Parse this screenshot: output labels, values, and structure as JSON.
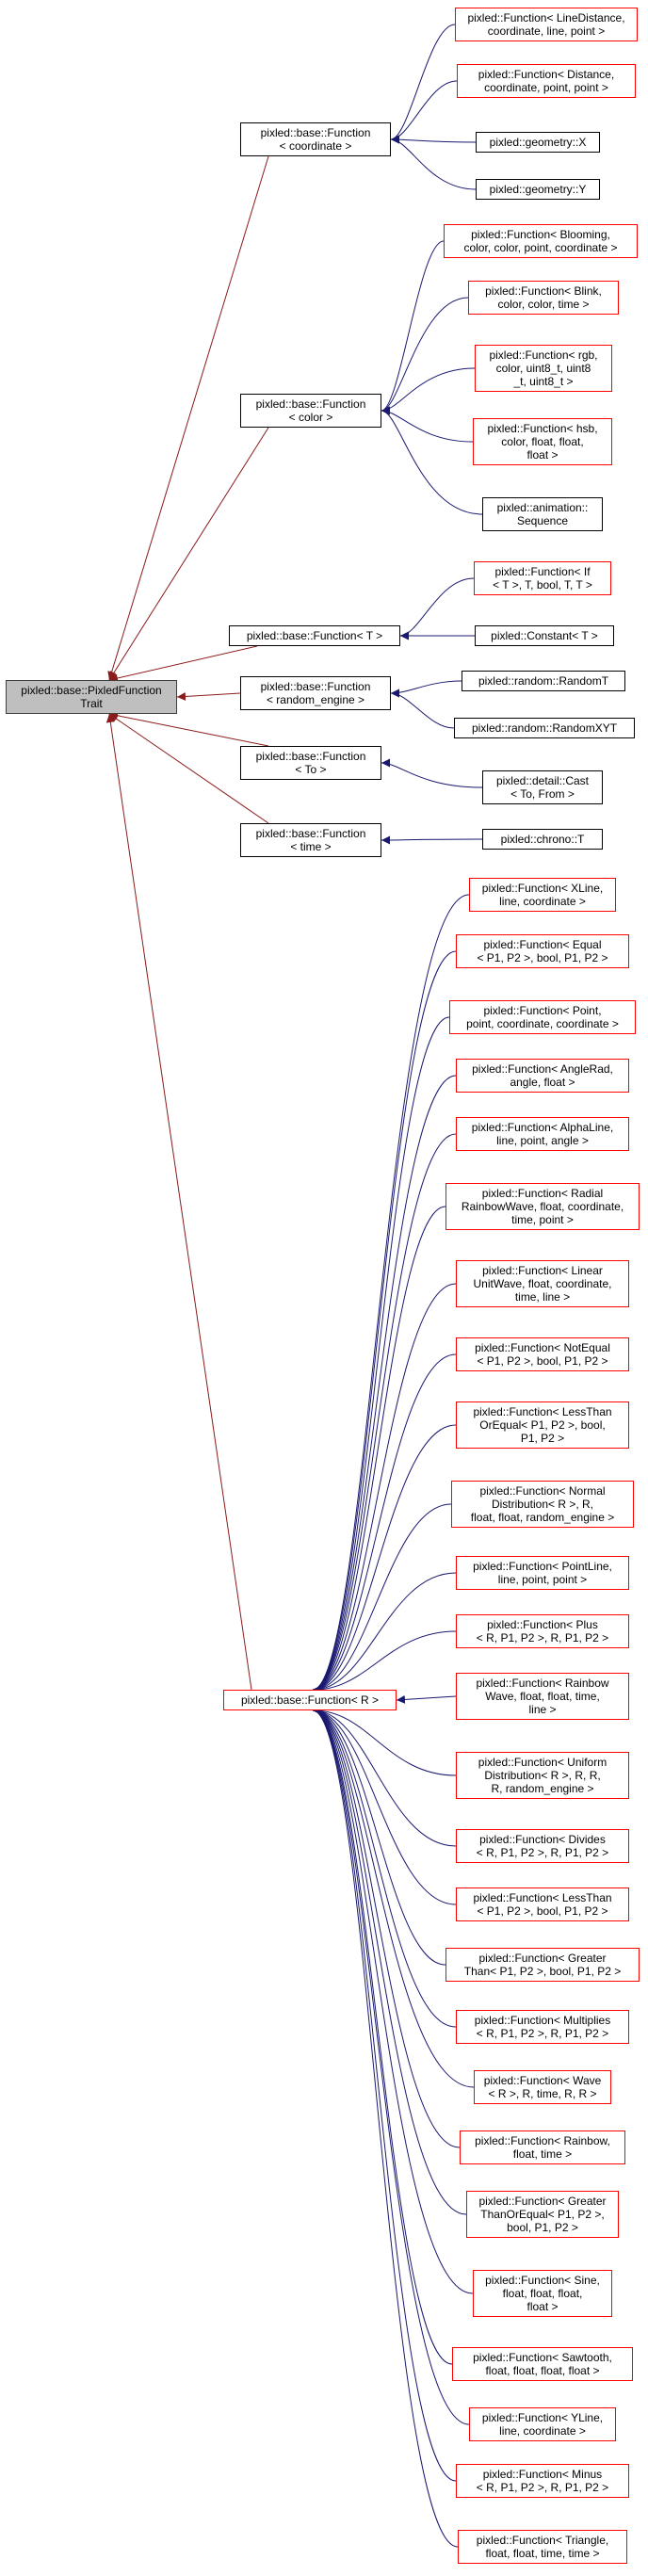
{
  "diagram": {
    "root": {
      "label": "pixled::base::PixledFunction\nTrait"
    },
    "nodes": [
      {
        "id": "coord",
        "label": "pixled::base::Function\n< coordinate >"
      },
      {
        "id": "color",
        "label": "pixled::base::Function\n< color >"
      },
      {
        "id": "t",
        "label": "pixled::base::Function< T >"
      },
      {
        "id": "randeng",
        "label": "pixled::base::Function\n< random_engine >"
      },
      {
        "id": "to",
        "label": "pixled::base::Function\n< To >"
      },
      {
        "id": "time",
        "label": "pixled::base::Function\n< time >"
      },
      {
        "id": "r",
        "label": "pixled::base::Function< R >"
      },
      {
        "id": "linedistance",
        "label": "pixled::Function< LineDistance,\ncoordinate, line, point >"
      },
      {
        "id": "distance",
        "label": "pixled::Function< Distance,\ncoordinate, point, point >"
      },
      {
        "id": "gx",
        "label": "pixled::geometry::X"
      },
      {
        "id": "gy",
        "label": "pixled::geometry::Y"
      },
      {
        "id": "blooming",
        "label": "pixled::Function< Blooming,\ncolor, color, point, coordinate >"
      },
      {
        "id": "blink",
        "label": "pixled::Function< Blink,\ncolor, color, time >"
      },
      {
        "id": "rgb",
        "label": "pixled::Function< rgb,\ncolor, uint8_t, uint8\n_t, uint8_t >"
      },
      {
        "id": "hsb",
        "label": "pixled::Function< hsb,\ncolor, float, float,\nfloat >"
      },
      {
        "id": "sequence",
        "label": "pixled::animation::\nSequence"
      },
      {
        "id": "if",
        "label": "pixled::Function< If\n< T >, T, bool, T, T >"
      },
      {
        "id": "constant",
        "label": "pixled::Constant< T >"
      },
      {
        "id": "randomt",
        "label": "pixled::random::RandomT"
      },
      {
        "id": "randomxyt",
        "label": "pixled::random::RandomXYT"
      },
      {
        "id": "cast",
        "label": "pixled::detail::Cast\n< To, From >"
      },
      {
        "id": "chronot",
        "label": "pixled::chrono::T"
      },
      {
        "id": "xline",
        "label": "pixled::Function< XLine,\nline, coordinate >"
      },
      {
        "id": "equal",
        "label": "pixled::Function< Equal\n< P1, P2 >, bool, P1, P2 >"
      },
      {
        "id": "point",
        "label": "pixled::Function< Point,\npoint, coordinate, coordinate >"
      },
      {
        "id": "anglerad",
        "label": "pixled::Function< AngleRad,\nangle, float >"
      },
      {
        "id": "alphaline",
        "label": "pixled::Function< AlphaLine,\nline, point, angle >"
      },
      {
        "id": "radialrainbow",
        "label": "pixled::Function< Radial\nRainbowWave, float, coordinate,\ntime, point >"
      },
      {
        "id": "linearunit",
        "label": "pixled::Function< Linear\nUnitWave, float, coordinate,\ntime, line >"
      },
      {
        "id": "notequal",
        "label": "pixled::Function< NotEqual\n< P1, P2 >, bool, P1, P2 >"
      },
      {
        "id": "lessthanorequal",
        "label": "pixled::Function< LessThan\nOrEqual< P1, P2 >, bool,\nP1, P2 >"
      },
      {
        "id": "normaldist",
        "label": "pixled::Function< Normal\nDistribution< R >, R,\nfloat, float, random_engine >"
      },
      {
        "id": "pointline",
        "label": "pixled::Function< PointLine,\nline, point, point >"
      },
      {
        "id": "plus",
        "label": "pixled::Function< Plus\n< R, P1, P2 >, R, P1, P2 >"
      },
      {
        "id": "rainbowwave",
        "label": "pixled::Function< Rainbow\nWave, float, float, time,\nline >"
      },
      {
        "id": "uniformdist",
        "label": "pixled::Function< Uniform\nDistribution< R >, R, R,\nR, random_engine >"
      },
      {
        "id": "divides",
        "label": "pixled::Function< Divides\n< R, P1, P2 >, R, P1, P2 >"
      },
      {
        "id": "lessthan",
        "label": "pixled::Function< LessThan\n< P1, P2 >, bool, P1, P2 >"
      },
      {
        "id": "greaterthan",
        "label": "pixled::Function< Greater\nThan< P1, P2 >, bool, P1, P2 >"
      },
      {
        "id": "multiplies",
        "label": "pixled::Function< Multiplies\n< R, P1, P2 >, R, P1, P2 >"
      },
      {
        "id": "wave",
        "label": "pixled::Function< Wave\n< R >, R, time, R, R >"
      },
      {
        "id": "rainbow",
        "label": "pixled::Function< Rainbow,\nfloat, time >"
      },
      {
        "id": "greaterthanorequal",
        "label": "pixled::Function< Greater\nThanOrEqual< P1, P2 >,\nbool, P1, P2 >"
      },
      {
        "id": "sine",
        "label": "pixled::Function< Sine,\nfloat, float, float,\nfloat >"
      },
      {
        "id": "sawtooth",
        "label": "pixled::Function< Sawtooth,\nfloat, float, float, float >"
      },
      {
        "id": "yline",
        "label": "pixled::Function< YLine,\nline, coordinate >"
      },
      {
        "id": "minus",
        "label": "pixled::Function< Minus\n< R, P1, P2 >, R, P1, P2 >"
      },
      {
        "id": "triangle",
        "label": "pixled::Function< Triangle,\nfloat, float, time, time >"
      }
    ],
    "colors": {
      "documented_border": "#000000",
      "undocumented_border": "#ff0000",
      "root_fill": "#bfbfbf",
      "inherit_edge": "#191970",
      "root_edge": "#8b1a1a"
    }
  }
}
